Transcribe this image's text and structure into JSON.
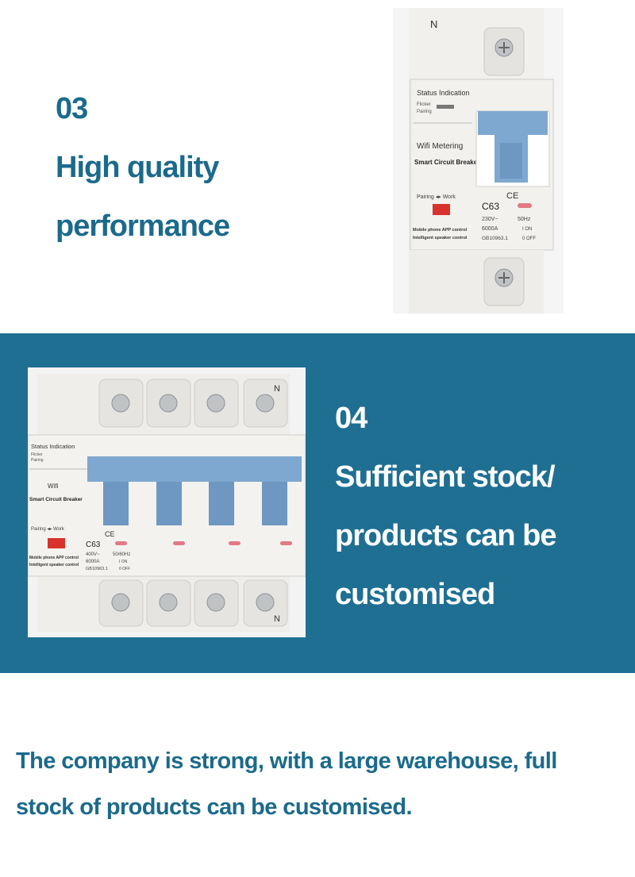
{
  "section1": {
    "number": "03",
    "title_line1": "High quality",
    "title_line2": "performance"
  },
  "section2": {
    "number": "04",
    "title_line1": "Sufficient stock/",
    "title_line2": "products can be",
    "title_line3": "customised"
  },
  "section3": {
    "line1": "The company is strong, with a large warehouse, full",
    "line2": "stock of products can be customised."
  },
  "breaker1": {
    "top_letter": "N",
    "status": "Status Indication",
    "flicker": "Flicker",
    "pairing": "Pairing",
    "wifi": "Wifi Metering",
    "name": "Smart Circuit Breaker",
    "pair_work": "Pairing ◂▸ Work",
    "rating": "C63",
    "ce": "CE",
    "voltage": "230V~",
    "hz": "50Hz",
    "amps": "6000A",
    "on": "I ON",
    "std": "GB10963.1",
    "off": "0 OFF",
    "app1": "Mobile phone APP control",
    "app2": "Intelligent speaker control"
  },
  "breaker2": {
    "top_letter": "N",
    "bottom_letter": "N",
    "status": "Status Indication",
    "flicker": "Flicker",
    "pairing": "Pairing",
    "wifi": "Wifi",
    "name": "Smart Circuit Breaker",
    "pair_work": "Pairing ◂▸ Work",
    "rating": "C63",
    "ce": "CE",
    "voltage": "400V~",
    "hz": "50/60Hz",
    "amps": "6000A",
    "on": "I ON",
    "std": "GB10963.1",
    "off": "0 OFF",
    "app1": "Mobile phone APP control",
    "app2": "Intelligent speaker control"
  }
}
